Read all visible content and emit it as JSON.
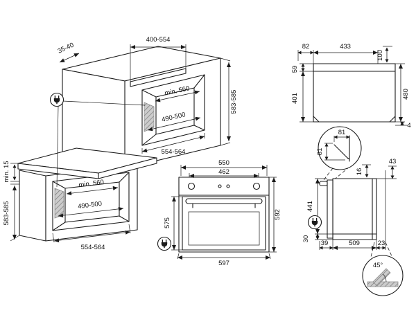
{
  "colors": {
    "line": "#1a1a1a",
    "hatch_fill": "#cccccc",
    "hatch_line": "#777777"
  },
  "views": {
    "column_install": {
      "top_opening_width": "400-554",
      "wall_offset": "35-40",
      "niche_height": "583-585",
      "niche_depth": "min. 560",
      "outlet_zone_width": "490-500",
      "niche_width": "554-564"
    },
    "undercounter_install": {
      "top_gap": "min. 15",
      "niche_height": "583-585",
      "niche_depth": "min. 560",
      "outlet_zone_width": "490-500",
      "niche_width": "554-564"
    },
    "front_view": {
      "width_top": "550",
      "width_inner": "462",
      "door_height": "575",
      "total_height": "592",
      "total_width": "597"
    },
    "top_view": {
      "offset_left": "82",
      "inner_width": "433",
      "depth_marker": "100",
      "front_depth": "59",
      "body_depth": "401",
      "total_depth": "480",
      "rear_clearance": "4"
    },
    "handle_detail": {
      "dim_vertical": "81",
      "dim_horizontal": "81"
    },
    "side_view": {
      "top_recess": "16",
      "rear_top": "43",
      "body_height": "441",
      "plinth_height": "30",
      "door_depth": "39",
      "body_depth": "509",
      "rear_gap": "23"
    },
    "corner_detail": {
      "chamfer_angle": "45°"
    }
  }
}
